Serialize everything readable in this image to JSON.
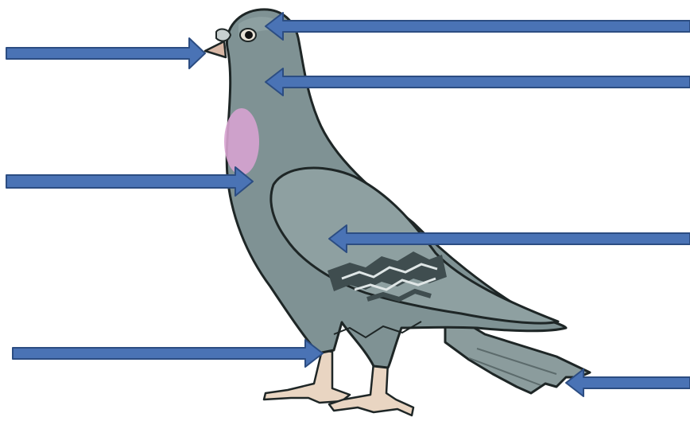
{
  "diagram": {
    "subject": "pigeon-illustration",
    "colors": {
      "background": "#ffffff",
      "arrow_fill": "#4a73b5",
      "arrow_stroke": "#2c4d82",
      "body": "#7f9294",
      "body_light": "#9aabac",
      "wing": "#8ea0a1",
      "outline": "#1e2626",
      "throat": "#d7a3d0",
      "feet": "#e9d5c2",
      "beak": "#d9b8a6",
      "wing_bar_dark": "#3f4d4f",
      "wing_bar_light": "#dfe6e6"
    },
    "arrows": [
      {
        "id": "beak",
        "direction": "right"
      },
      {
        "id": "eye",
        "direction": "left"
      },
      {
        "id": "neck",
        "direction": "left"
      },
      {
        "id": "breast",
        "direction": "right"
      },
      {
        "id": "wing",
        "direction": "left"
      },
      {
        "id": "leg",
        "direction": "right"
      },
      {
        "id": "tail",
        "direction": "left"
      }
    ]
  }
}
